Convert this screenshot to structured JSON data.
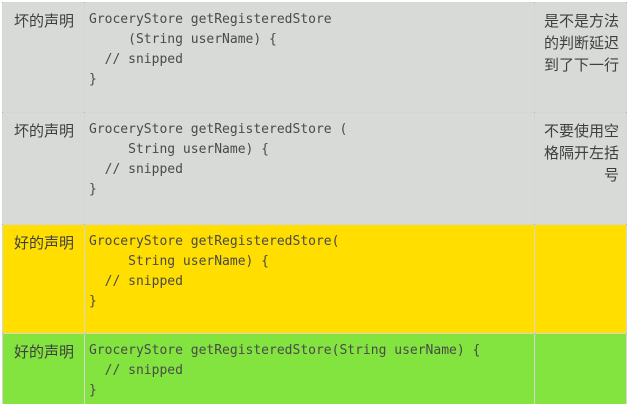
{
  "table": {
    "rows": [
      {
        "label": "坏的声明",
        "quality": "bad",
        "code": "GroceryStore getRegisteredStore\n     (String userName) {\n  // snipped\n}",
        "note": "是不是方法的判断延迟到了下一行"
      },
      {
        "label": "坏的声明",
        "quality": "bad",
        "code": "GroceryStore getRegisteredStore (\n     String userName) {\n  // snipped\n}",
        "note": "不要使用空格隔开左括号"
      },
      {
        "label": "好的声明",
        "quality": "good",
        "code": "GroceryStore getRegisteredStore(\n     String userName) {\n  // snipped\n}",
        "note": ""
      },
      {
        "label": "好的声明",
        "quality": "good",
        "code": "GroceryStore getRegisteredStore(String userName) {\n  // snipped\n}",
        "note": ""
      }
    ],
    "colors": {
      "bad_row_bg": "#d7dad7",
      "good_row_yellow_bg": "#ffde00",
      "good_row_green_bg": "#83e43f",
      "code_text": "#4a4a4a",
      "label_text": "#3f3f3f"
    }
  }
}
